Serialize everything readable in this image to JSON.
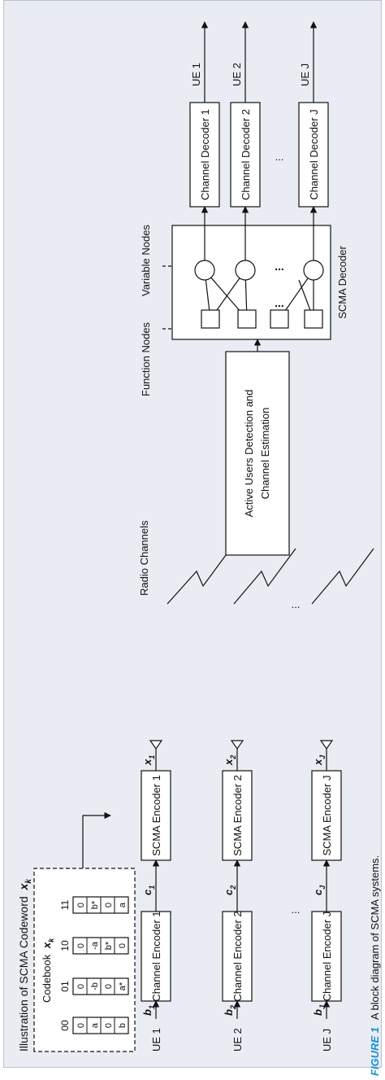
{
  "title": "Illustration of SCMA Codeword",
  "title_symbol": "x",
  "title_symbol_sub": "k",
  "codebook_label": "Codebook",
  "codebook_symbol": "x",
  "codebook_symbol_sub": "k",
  "codebook_headers": [
    "00",
    "01",
    "10",
    "11"
  ],
  "codebook_columns": [
    [
      "0",
      "a",
      "0",
      "b"
    ],
    [
      "0",
      "-b",
      "0",
      "a*"
    ],
    [
      "0",
      "-a",
      "b*",
      "0"
    ],
    [
      "0",
      "b*",
      "0",
      "a"
    ]
  ],
  "ue_labels": [
    "UE 1",
    "UE 2",
    "UE J"
  ],
  "input_symbols": [
    {
      "sym": "b",
      "sub": "1"
    },
    {
      "sym": "b",
      "sub": "2"
    },
    {
      "sym": "b",
      "sub": "J"
    }
  ],
  "channel_encoders": [
    "Channel Encoder 1",
    "Channel Encoder 2",
    "Channel Encoder J"
  ],
  "coded_symbols": [
    {
      "sym": "c",
      "sub": "1"
    },
    {
      "sym": "c",
      "sub": "2"
    },
    {
      "sym": "c",
      "sub": "J"
    }
  ],
  "scma_encoders": [
    "SCMA Encoder 1",
    "SCMA Encoder 2",
    "SCMA Encoder J"
  ],
  "codeword_symbols": [
    {
      "sym": "x",
      "sub": "1"
    },
    {
      "sym": "x",
      "sub": "2"
    },
    {
      "sym": "x",
      "sub": "J"
    }
  ],
  "ellipsis": "...",
  "radio_channels_label": "Radio Channels",
  "detection_box": [
    "Active Users Detection and",
    "Channel Estimation"
  ],
  "function_nodes_label": "Function Nodes",
  "variable_nodes_label": "Variable Nodes",
  "scma_decoder_label": "SCMA Decoder",
  "channel_decoders": [
    "Channel Decoder 1",
    "Channel Decoder 2",
    "Channel Decoder J"
  ],
  "output_labels": [
    "UE 1",
    "UE 2",
    "UE J"
  ],
  "caption_label": "FIGURE 1",
  "caption_text": "A block diagram of SCMA systems.",
  "colors": {
    "panel_background": "#e9edf3",
    "panel_border": "#b8c3d3",
    "caption_label": "#1a8fd0",
    "stroke": "#111111"
  }
}
